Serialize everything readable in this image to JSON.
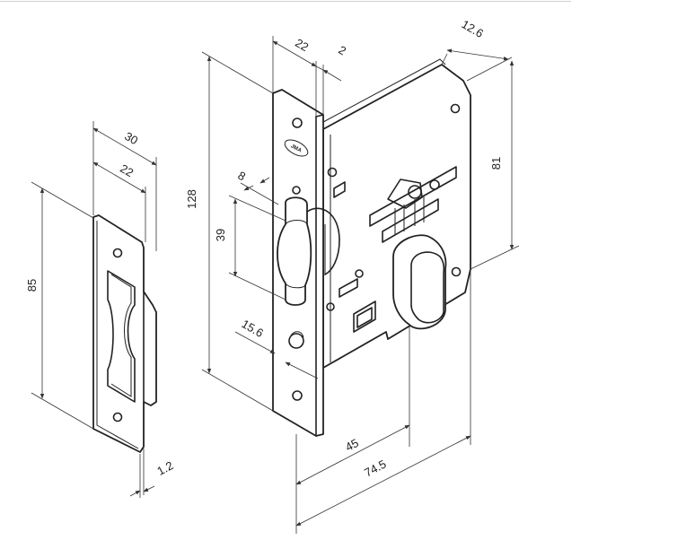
{
  "brand": {
    "logo": "JMA"
  },
  "dimensions": {
    "strike_width_outer": "30",
    "strike_width_inner": "22",
    "strike_height": "85",
    "strike_thickness": "1.2",
    "faceplate_width": "22",
    "faceplate_thickness": "2",
    "lock_height": "128",
    "latch_offset": "8",
    "latch_height": "39",
    "hole_spacing": "15.6",
    "case_depth": "12.6",
    "case_height": "81",
    "backset": "45",
    "overall_depth": "74.5"
  }
}
